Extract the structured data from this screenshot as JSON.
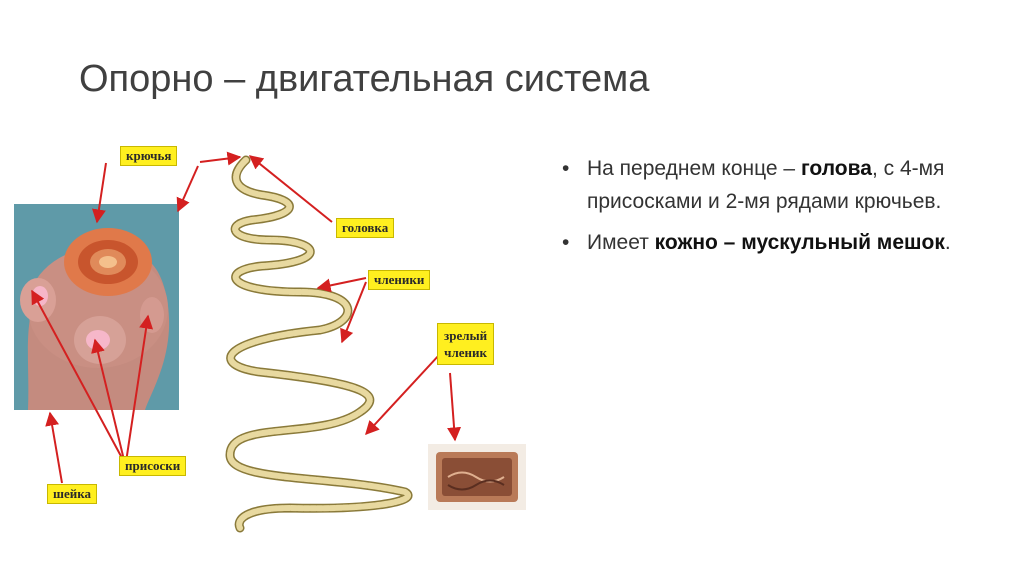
{
  "slide": {
    "title": "Опорно – двигательная система",
    "bullets": [
      {
        "marker": "•",
        "parts": [
          "На переднем конце – ",
          "голова",
          ", с 4-мя присосками и 2-мя рядами крючьев."
        ]
      },
      {
        "marker": "•",
        "parts": [
          "Имеет ",
          "кожно – мускульный мешок",
          "."
        ]
      }
    ]
  },
  "figure": {
    "labels": {
      "hooks": "крючья",
      "head": "головка",
      "segments": "членики",
      "mature_segment_line1": "зрелый",
      "mature_segment_line2": "членик",
      "suckers": "присоски",
      "neck": "шейка"
    },
    "colors": {
      "label_bg": "#ffef1f",
      "arrow": "#d42020",
      "worm_fill": "#e8d9a0",
      "worm_stroke": "#8a7a3a",
      "photo_bg": "#5f9aa8",
      "scolex": "#c98f83"
    }
  }
}
